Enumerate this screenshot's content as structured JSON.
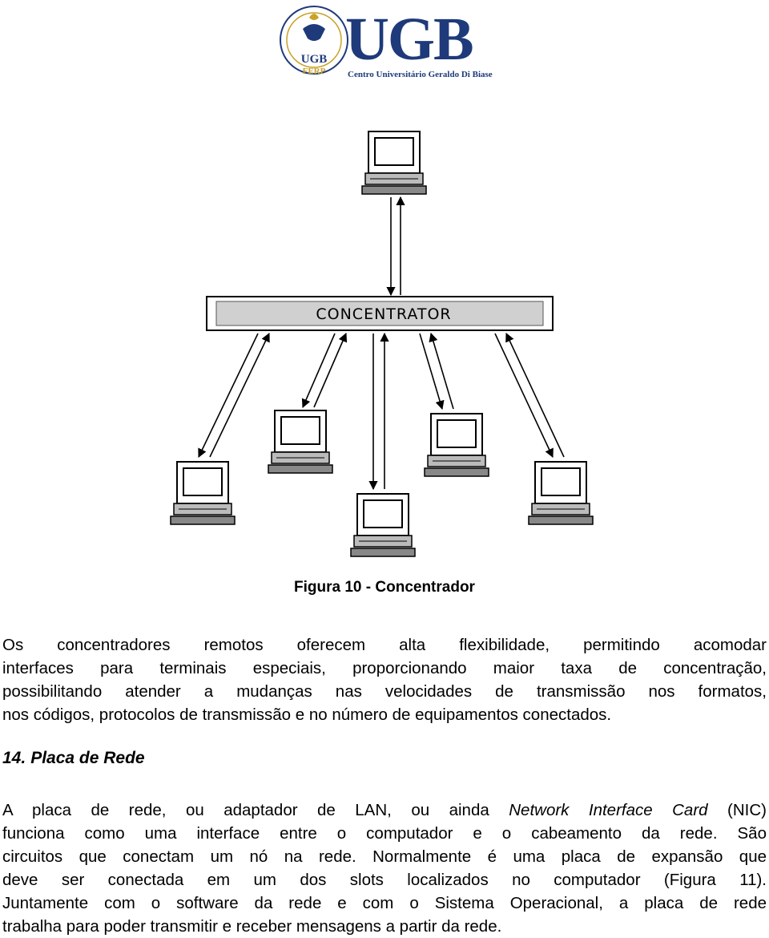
{
  "logo": {
    "acronym": "UGB",
    "subtitle": "Centro Universitário Geraldo Di Biase",
    "seal_acronym": "UGB",
    "seal_sub": "FERP",
    "colors": {
      "navy": "#1e3a7a",
      "gold": "#c9a227"
    }
  },
  "diagram": {
    "concentrator_label": "CONCENTRATOR",
    "icon": "computer-terminal-icon"
  },
  "caption": "Figura 10 - Concentrador",
  "paragraph1": {
    "lines": [
      "Os concentradores remotos oferecem alta flexibilidade, permitindo acomodar",
      "interfaces para terminais especiais, proporcionando maior taxa de concentração,",
      "possibilitando atender a mudanças nas velocidades de transmissão nos formatos,",
      "nos códigos, protocolos de transmissão e no número de equipamentos conectados."
    ]
  },
  "section": {
    "number": "14.",
    "title": "Placa de Rede"
  },
  "paragraph2": {
    "line1_pre": "A placa de rede, ou adaptador de LAN, ou ainda",
    "line1_italic": "Network Interface Card",
    "line1_post": "(NIC)",
    "lines": [
      "funciona como uma interface entre o computador e o cabeamento da rede. São",
      "circuitos que conectam um nó na rede. Normalmente é uma placa de expansão que",
      "deve ser conectada em um dos slots localizados no computador (Figura 11).",
      "Juntamente com o software da rede e com o Sistema Operacional, a placa de rede",
      "trabalha para poder transmitir e receber mensagens a partir da rede."
    ]
  }
}
